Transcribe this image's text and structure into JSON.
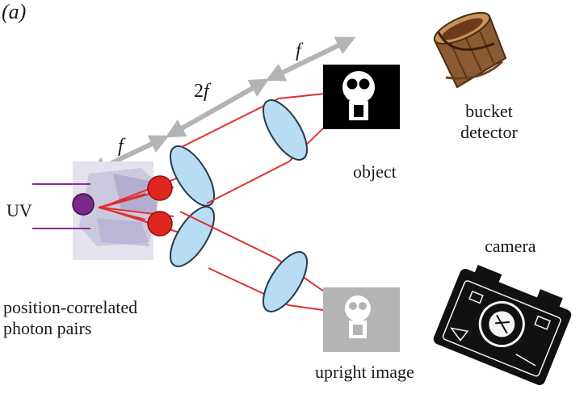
{
  "panel_label": "(a)",
  "distances": {
    "f_left": "f",
    "two_f_number": "2",
    "two_f_var": "f",
    "f_right": "f"
  },
  "labels": {
    "uv": "UV",
    "object": "object",
    "bucket_line1": "bucket",
    "bucket_line2": "detector",
    "camera": "camera",
    "upright_image": "upright image",
    "source_line1": "position-correlated",
    "source_line2": "photon pairs"
  },
  "colors": {
    "ray": "#e03030",
    "lens_fill": "#b8dcf4",
    "lens_stroke": "#2a3a4a",
    "dimension_arrow": "#b4b4b4",
    "photon": "#e0251f",
    "pump": "#7a2a8a",
    "pump_line": "#8a2a9a",
    "crystal": "#c8c4dc"
  }
}
